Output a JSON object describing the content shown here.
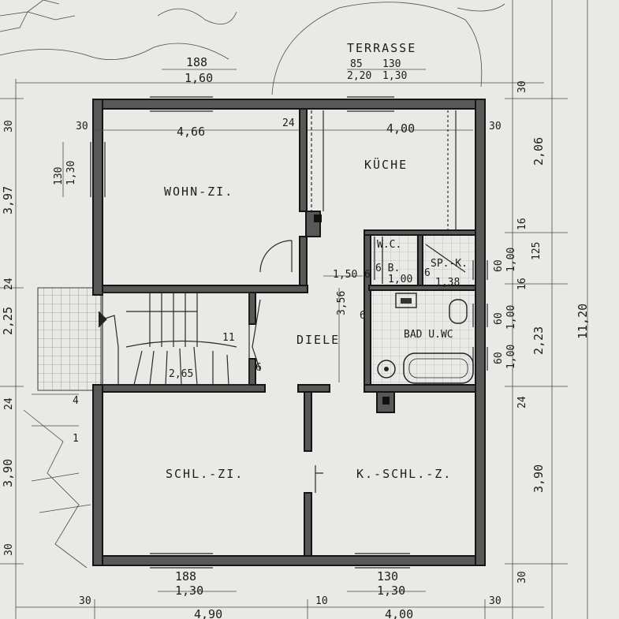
{
  "rooms": {
    "terrace": "TERRASSE",
    "living": "WOHN-ZI.",
    "kitchen": "KÜCHE",
    "wc": "W.C.",
    "storage": "SP.-K.",
    "hall": "DIELE",
    "bath": "BAD U.WC",
    "bedroom": "SCHL.-ZI.",
    "child_bedroom": "K.-SCHL.-Z."
  },
  "dimensions": {
    "top_window_width": "188",
    "top_window_height": "1,60",
    "terrace_door_a": "85",
    "terrace_door_b": "2,20",
    "terrace_window_width": "130",
    "terrace_window_height": "1,30",
    "living_width": "4,66",
    "kitchen_width": "4,00",
    "wall_30_top_left": "30",
    "wall_24_inner": "24",
    "wall_30_top_right": "30",
    "right_30_top": "30",
    "right_206": "2,06",
    "right_16_a": "16",
    "right_125": "125",
    "right_16_b": "16",
    "right_223": "2,23",
    "right_24": "24",
    "right_390": "3,90",
    "right_30_bottom": "30",
    "right_total": "11,20",
    "left_30": "30",
    "left_397": "3,97",
    "left_24_a": "24",
    "left_225": "2,25",
    "left_24_b": "24",
    "left_390": "3,90",
    "left_30_bottom": "30",
    "left_window_130": "130",
    "left_window_1_30": "1,30",
    "storage_60": "60",
    "storage_1_00": "1,00",
    "bath_60_a": "60",
    "bath_1_00_a": "1,00",
    "bath_60_b": "60",
    "bath_1_00_b": "1,00",
    "hall_150": "1,50",
    "hall_6_a": "6",
    "wc_6b": "6 B.",
    "wc_100": "1,00",
    "storage_6": "6",
    "storage_138": "1,38",
    "hall_356": "3,56",
    "hall_6_b": "6",
    "stair_265": "2,65",
    "stair_6": "6",
    "stair_11": "11",
    "left_step_4": "4",
    "left_step_1": "1",
    "bottom_window_width": "188",
    "bottom_window_height": "1,30",
    "bottom_right_window_width": "130",
    "bottom_right_window_height": "1,30",
    "bottom_30_left": "30",
    "bottom_490": "4,90",
    "bottom_10": "10",
    "bottom_400": "4,00",
    "bottom_30_right": "30"
  }
}
